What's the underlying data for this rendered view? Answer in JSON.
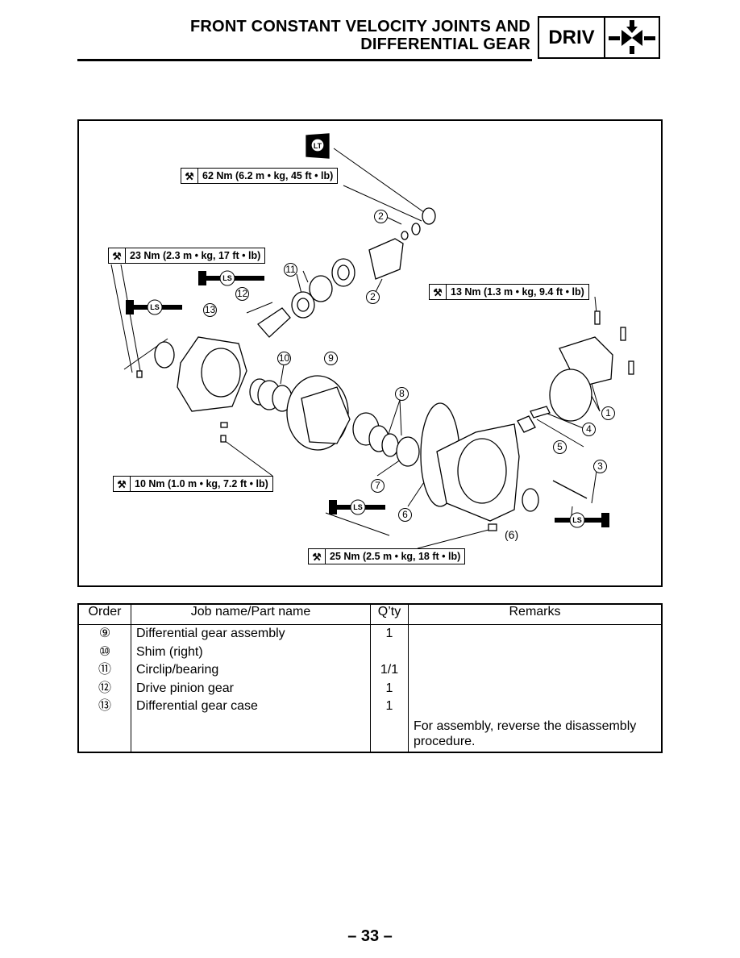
{
  "header": {
    "title_line1": "FRONT CONSTANT VELOCITY JOINTS AND",
    "title_line2": "DIFFERENTIAL GEAR",
    "section_code": "DRIV",
    "section_icon": "drive-train-icon"
  },
  "diagram": {
    "torque_specs": [
      "62 Nm (6.2 m • kg, 45 ft • lb)",
      "23 Nm (2.3 m • kg, 17 ft • lb)",
      "13 Nm (1.3 m • kg, 9.4 ft • lb)",
      "10 Nm (1.0 m • kg, 7.2 ft • lb)",
      "25 Nm (2.5 m • kg, 18 ft • lb)"
    ],
    "lubricants": {
      "lt": "LT",
      "ls": "LS"
    },
    "callouts": [
      "1",
      "2",
      "2",
      "3",
      "4",
      "5",
      "6",
      "7",
      "8",
      "9",
      "10",
      "11",
      "12",
      "13"
    ],
    "extra_label": "(6)"
  },
  "table": {
    "headers": {
      "order": "Order",
      "part": "Job name/Part name",
      "qty": "Q’ty",
      "remarks": "Remarks"
    },
    "rows": [
      {
        "order": "⑨",
        "part": "Differential gear assembly",
        "qty": "1",
        "remarks": ""
      },
      {
        "order": "⑩",
        "part": "Shim (right)",
        "qty": "",
        "remarks": ""
      },
      {
        "order": "⑪",
        "part": "Circlip/bearing",
        "qty": "1/1",
        "remarks": ""
      },
      {
        "order": "⑫",
        "part": "Drive pinion gear",
        "qty": "1",
        "remarks": ""
      },
      {
        "order": "⑬",
        "part": "Differential gear case",
        "qty": "1",
        "remarks": ""
      },
      {
        "order": "",
        "part": "",
        "qty": "",
        "remarks": "For assembly, reverse the disassembly procedure."
      }
    ]
  },
  "page_number": "– 33 –"
}
